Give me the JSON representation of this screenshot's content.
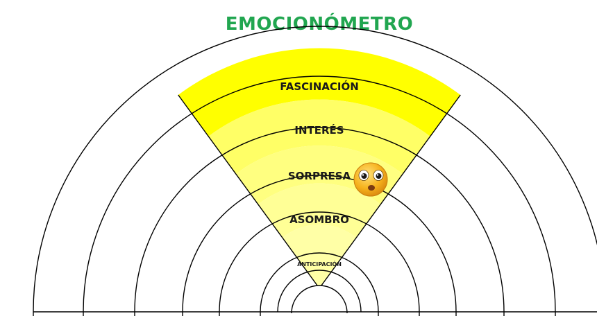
{
  "title": "EMOCIONÓMETRO",
  "levels": [
    {
      "label": "FASCINACIÓN"
    },
    {
      "label": "INTERÉS"
    },
    {
      "label": "SORPRESA"
    },
    {
      "label": "ASOMBRO"
    },
    {
      "label": "ANTICIPACIÓN"
    }
  ],
  "colors": {
    "title": "#21a650",
    "highlight_outer": "#ffff00",
    "highlight_inner": "#ffffa6",
    "lines": "#000000"
  },
  "icons": {
    "marker": "amazed-face-emoji-icon"
  }
}
